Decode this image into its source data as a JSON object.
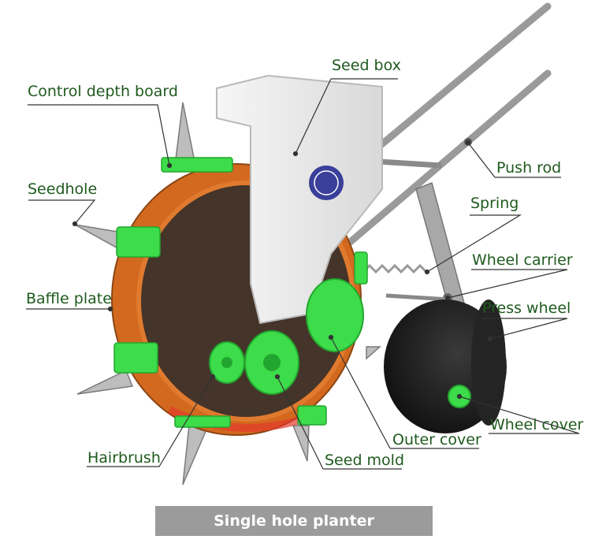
{
  "labels": {
    "seed_box": "Seed box",
    "control_depth_board": "Control depth board",
    "push_rod": "Push rod",
    "seedhole": "Seedhole",
    "spring": "Spring",
    "wheel_carrier": "Wheel carrier",
    "baffle_plate": "Baffle plate",
    "press_wheel": "Press wheel",
    "wheel_cover": "Wheel cover",
    "outer_cover": "Outer cover",
    "hairbrush": "Hairbrush",
    "seed_mold": "Seed mold"
  },
  "caption": "Single hole planter",
  "colors": {
    "label_text": "#1e5a1e",
    "leader_line": "#333333",
    "drum_orange": "#d2691e",
    "accent_green": "#3ddc4a",
    "caption_bg": "#9b9b9b",
    "wheel_black": "#1a1a1a",
    "seed_box_white": "#eeeeee",
    "rod_silver": "#b5b5b5"
  }
}
